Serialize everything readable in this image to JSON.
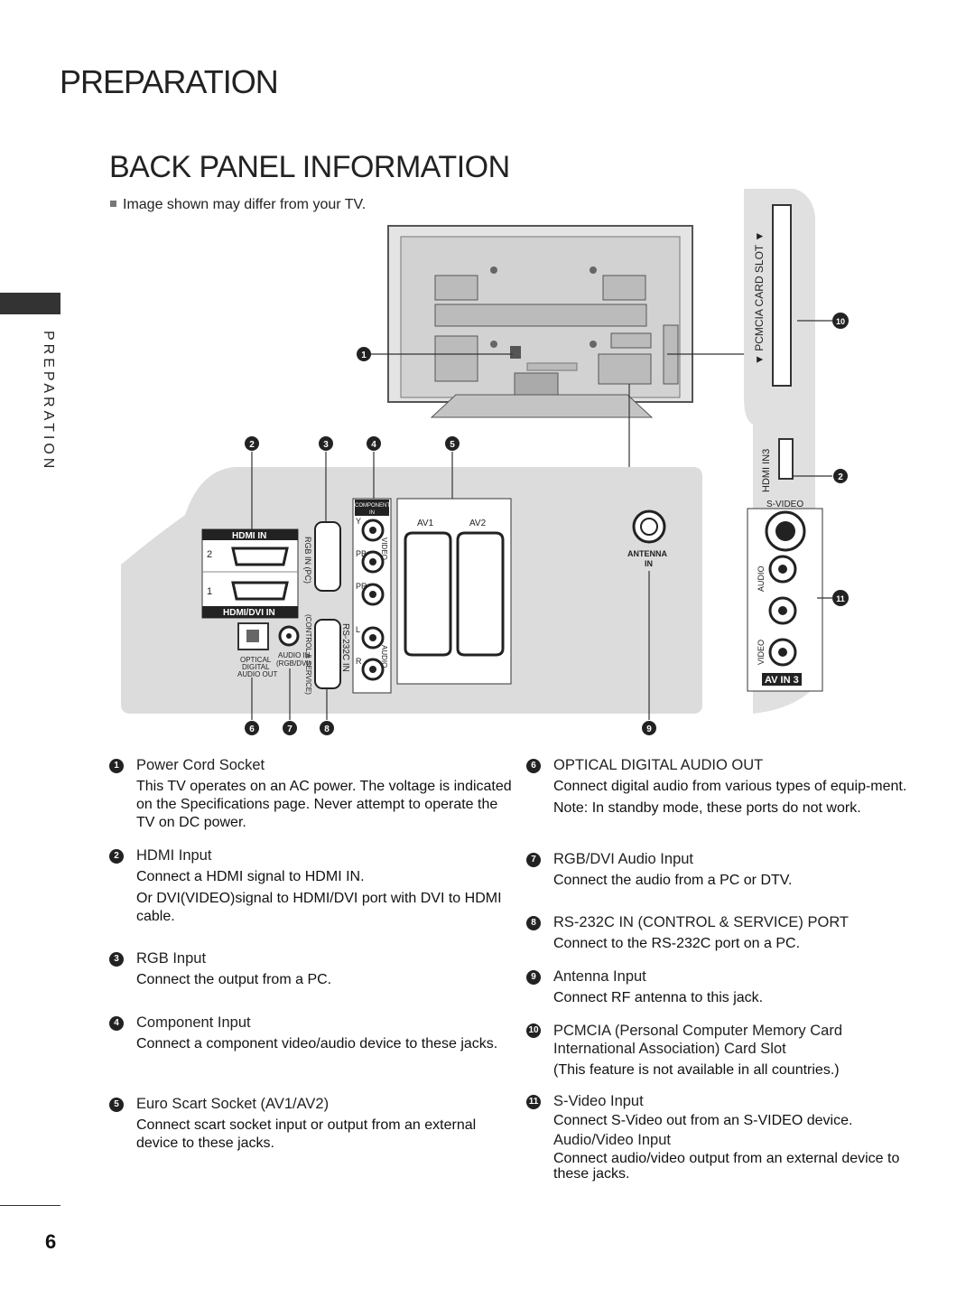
{
  "section_title": "PREPARATION",
  "page_title": "BACK PANEL INFORMATION",
  "note": "Image shown may differ from your TV.",
  "side_tab": "PREPARATION",
  "page_number": "6",
  "diagram_labels": {
    "hdmi_in": "HDMI IN",
    "hdmi_dvi_in": "HDMI/DVI IN",
    "hdmi_port_2": "2",
    "hdmi_port_1": "1",
    "rgb_in": "RGB IN (PC)",
    "rs232c": "RS-232C IN",
    "control_service": "(CONTROL & SERVICE)",
    "optical": "OPTICAL",
    "digital": "DIGITAL",
    "audio_out": "AUDIO OUT",
    "audio_in": "AUDIO IN",
    "rgb_dvi": "(RGB/DVI)",
    "component": "COMPONENT",
    "component_in": "IN",
    "video": "VIDEO",
    "audio": "AUDIO",
    "y": "Y",
    "pb": "PB",
    "pr": "PR",
    "l": "L",
    "r": "R",
    "av1": "AV1",
    "av2": "AV2",
    "antenna": "ANTENNA",
    "antenna_in": "IN",
    "pcmcia_slot": "▼ PCMCIA CARD SLOT ▼",
    "hdmi_in3": "HDMI IN3",
    "s_video": "S-VIDEO",
    "side_audio": "AUDIO",
    "side_video": "VIDEO",
    "av_in3": "AV IN 3"
  },
  "callouts": [
    "1",
    "2",
    "3",
    "4",
    "5",
    "6",
    "7",
    "8",
    "9",
    "10",
    "11"
  ],
  "items_left": [
    {
      "num": "1",
      "title": "Power Cord Socket",
      "desc": [
        "This TV operates on an AC power. The voltage is indicated on the Specifications page. Never attempt to operate the TV on DC power."
      ]
    },
    {
      "num": "2",
      "title": "HDMI Input",
      "desc": [
        "Connect a HDMI signal to HDMI IN.",
        "Or DVI(VIDEO)signal to HDMI/DVI port with DVI to HDMI cable."
      ]
    },
    {
      "num": "3",
      "title": "RGB Input",
      "desc": [
        "Connect the output from a PC."
      ]
    },
    {
      "num": "4",
      "title": "Component Input",
      "desc": [
        "Connect a component video/audio device to these jacks."
      ]
    },
    {
      "num": "5",
      "title": "Euro Scart Socket (AV1/AV2)",
      "desc": [
        "Connect scart socket input or output from an external device to these jacks."
      ]
    }
  ],
  "items_right": [
    {
      "num": "6",
      "title": "OPTICAL DIGITAL AUDIO OUT",
      "desc": [
        "Connect digital audio from various types of equip-ment.",
        "Note: In standby mode, these ports do not work."
      ]
    },
    {
      "num": "7",
      "title": "RGB/DVI Audio Input",
      "desc": [
        "Connect the audio from a PC or DTV."
      ]
    },
    {
      "num": "8",
      "title": "RS-232C IN (CONTROL & SERVICE) PORT",
      "desc": [
        "Connect to the RS-232C port on a PC."
      ]
    },
    {
      "num": "9",
      "title": "Antenna Input",
      "desc": [
        "Connect RF antenna to this jack."
      ]
    },
    {
      "num": "10",
      "title": "PCMCIA (Personal Computer Memory Card International Association) Card Slot",
      "desc": [
        "(This feature is not available in all countries.)"
      ]
    },
    {
      "num": "11",
      "title": "S-Video Input",
      "desc": [
        "Connect S-Video out from an S-VIDEO device."
      ],
      "title2": "Audio/Video Input",
      "desc2": [
        "Connect audio/video output from an external device to these jacks."
      ]
    }
  ]
}
